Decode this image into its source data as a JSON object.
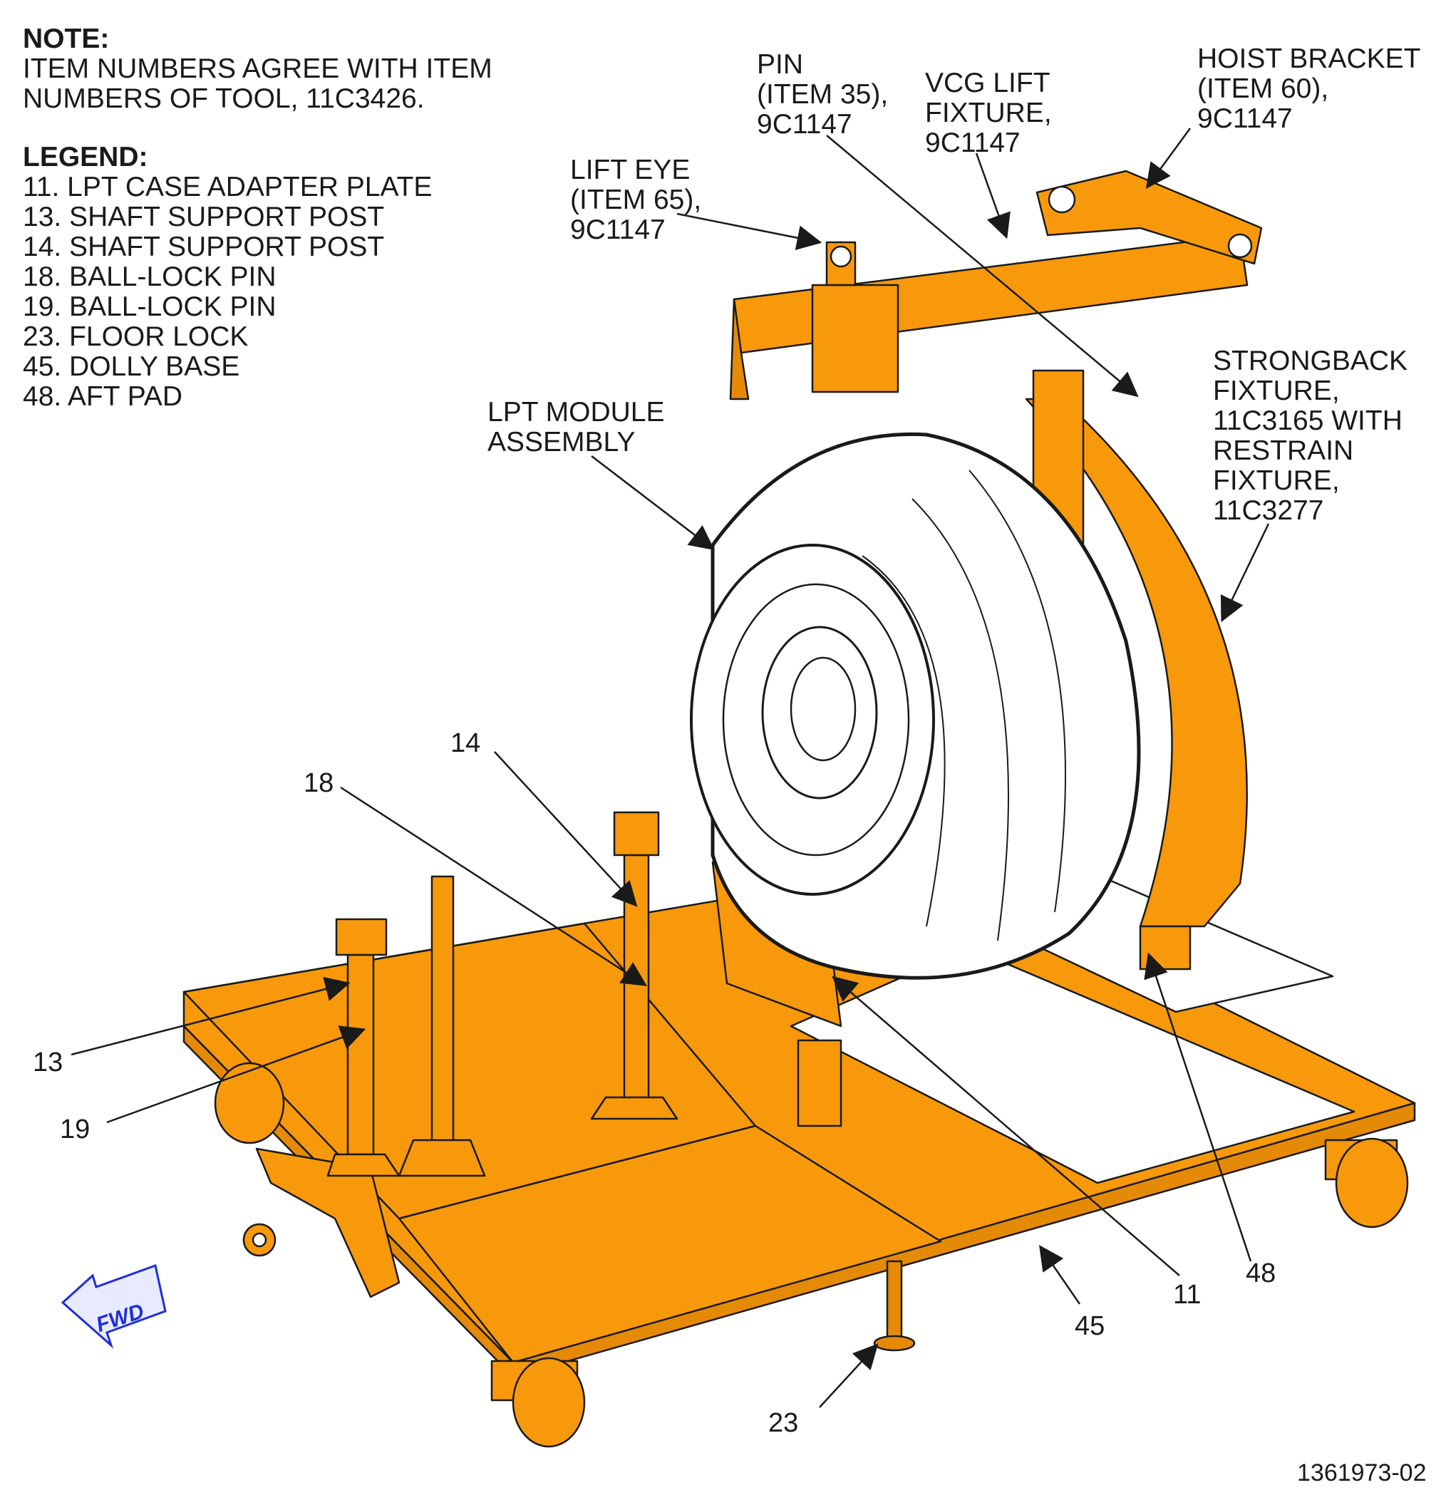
{
  "note": {
    "heading": "NOTE:",
    "lines": [
      "ITEM NUMBERS AGREE WITH ITEM",
      "NUMBERS OF TOOL, 11C3426."
    ]
  },
  "legend": {
    "heading": "LEGEND:",
    "items": [
      "11. LPT CASE ADAPTER PLATE",
      "13. SHAFT SUPPORT POST",
      "14. SHAFT SUPPORT POST",
      "18. BALL-LOCK PIN",
      "19. BALL-LOCK PIN",
      "23. FLOOR LOCK",
      "45. DOLLY BASE",
      "48. AFT PAD"
    ]
  },
  "callouts": {
    "pin": "PIN\n(ITEM 35),\n9C1147",
    "vcg": "VCG LIFT\nFIXTURE,\n9C1147",
    "hoist": "HOIST BRACKET\n(ITEM 60),\n9C1147",
    "lift_eye": "LIFT EYE\n(ITEM 65),\n9C1147",
    "strongback": "STRONGBACK\nFIXTURE,\n11C3165 WITH\nRESTRAIN\nFIXTURE,\n11C3277",
    "lpt_module": "LPT MODULE\nASSEMBLY",
    "n13": "13",
    "n14": "14",
    "n18": "18",
    "n19": "19",
    "n11": "11",
    "n45": "45",
    "n48": "48",
    "n23": "23"
  },
  "fwd_label": "FWD",
  "figure_id": "1361973-02",
  "colors": {
    "tool_orange": "#F7990B",
    "outline": "#1a1a1a",
    "module_fill": "#ffffff",
    "fwd_blue": "#1f2fd6"
  }
}
